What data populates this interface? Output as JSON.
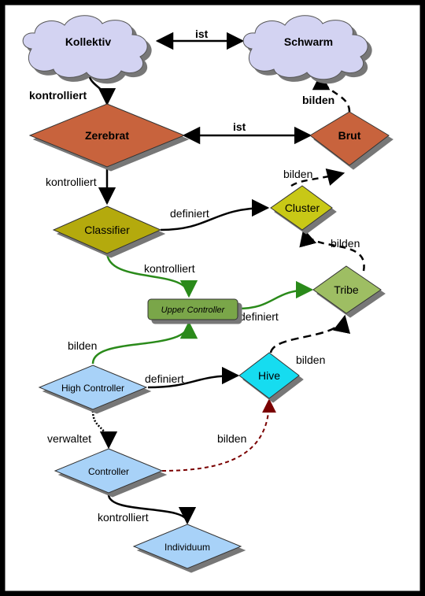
{
  "nodes": {
    "kollektiv": "Kollektiv",
    "schwarm": "Schwarm",
    "zerebrat": "Zerebrat",
    "brut": "Brut",
    "classifier": "Classifier",
    "cluster": "Cluster",
    "upper_controller": "Upper Controller",
    "tribe": "Tribe",
    "high_controller": "High Controller",
    "hive": "Hive",
    "controller": "Controller",
    "individuum": "Individuum"
  },
  "edges": {
    "kollektiv_schwarm": "ist",
    "kollektiv_zerebrat": "kontrolliert",
    "brut_schwarm": "bilden",
    "zerebrat_brut": "ist",
    "zerebrat_classifier": "kontrolliert",
    "cluster_brut": "bilden",
    "classifier_cluster": "definiert",
    "tribe_cluster": "bilden",
    "classifier_upper": "kontrolliert",
    "upper_tribe": "definiert",
    "high_upper": "bilden",
    "hive_tribe": "bilden",
    "high_hive": "definiert",
    "high_controller": "verwaltet",
    "controller_hive": "bilden",
    "controller_individuum": "kontrolliert"
  },
  "colors": {
    "frame": "#000000",
    "cloud": "#d3d3f2",
    "zerebrat": "#c8643c",
    "brut": "#c8643c",
    "classifier": "#b4aa0a",
    "cluster": "#c8c814",
    "upper_controller": "#7aa64a",
    "tribe": "#9ebe64",
    "high_controller": "#a8d2f8",
    "hive": "#14dcf0",
    "controller": "#a8d2f8",
    "individuum": "#a8d2f8",
    "green_edge": "#2a8a1a",
    "dark_red_edge": "#7a0000"
  }
}
